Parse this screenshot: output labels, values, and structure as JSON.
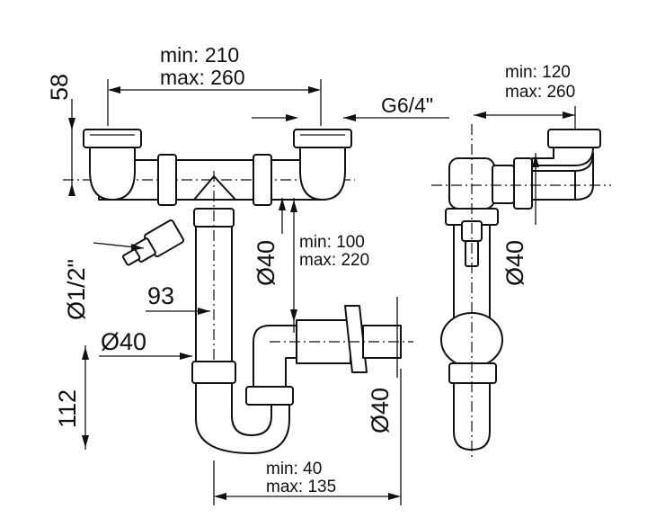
{
  "labels": {
    "height_top": "58",
    "width_min": "min: 210",
    "width_max": "max: 260",
    "thread": "G6/4\"",
    "side_min": "min: 120",
    "side_max": "max: 260",
    "dia_center": "Ø40",
    "dia_side": "Ø40",
    "dia_hose": "Ø1/2\"",
    "offset": "93",
    "dia_left": "Ø40",
    "outlet_min": "min:  100",
    "outlet_max": "max: 220",
    "trap_height": "112",
    "dia_outlet": "Ø40",
    "bottom_min": "min:    40",
    "bottom_max": "max: 135"
  }
}
